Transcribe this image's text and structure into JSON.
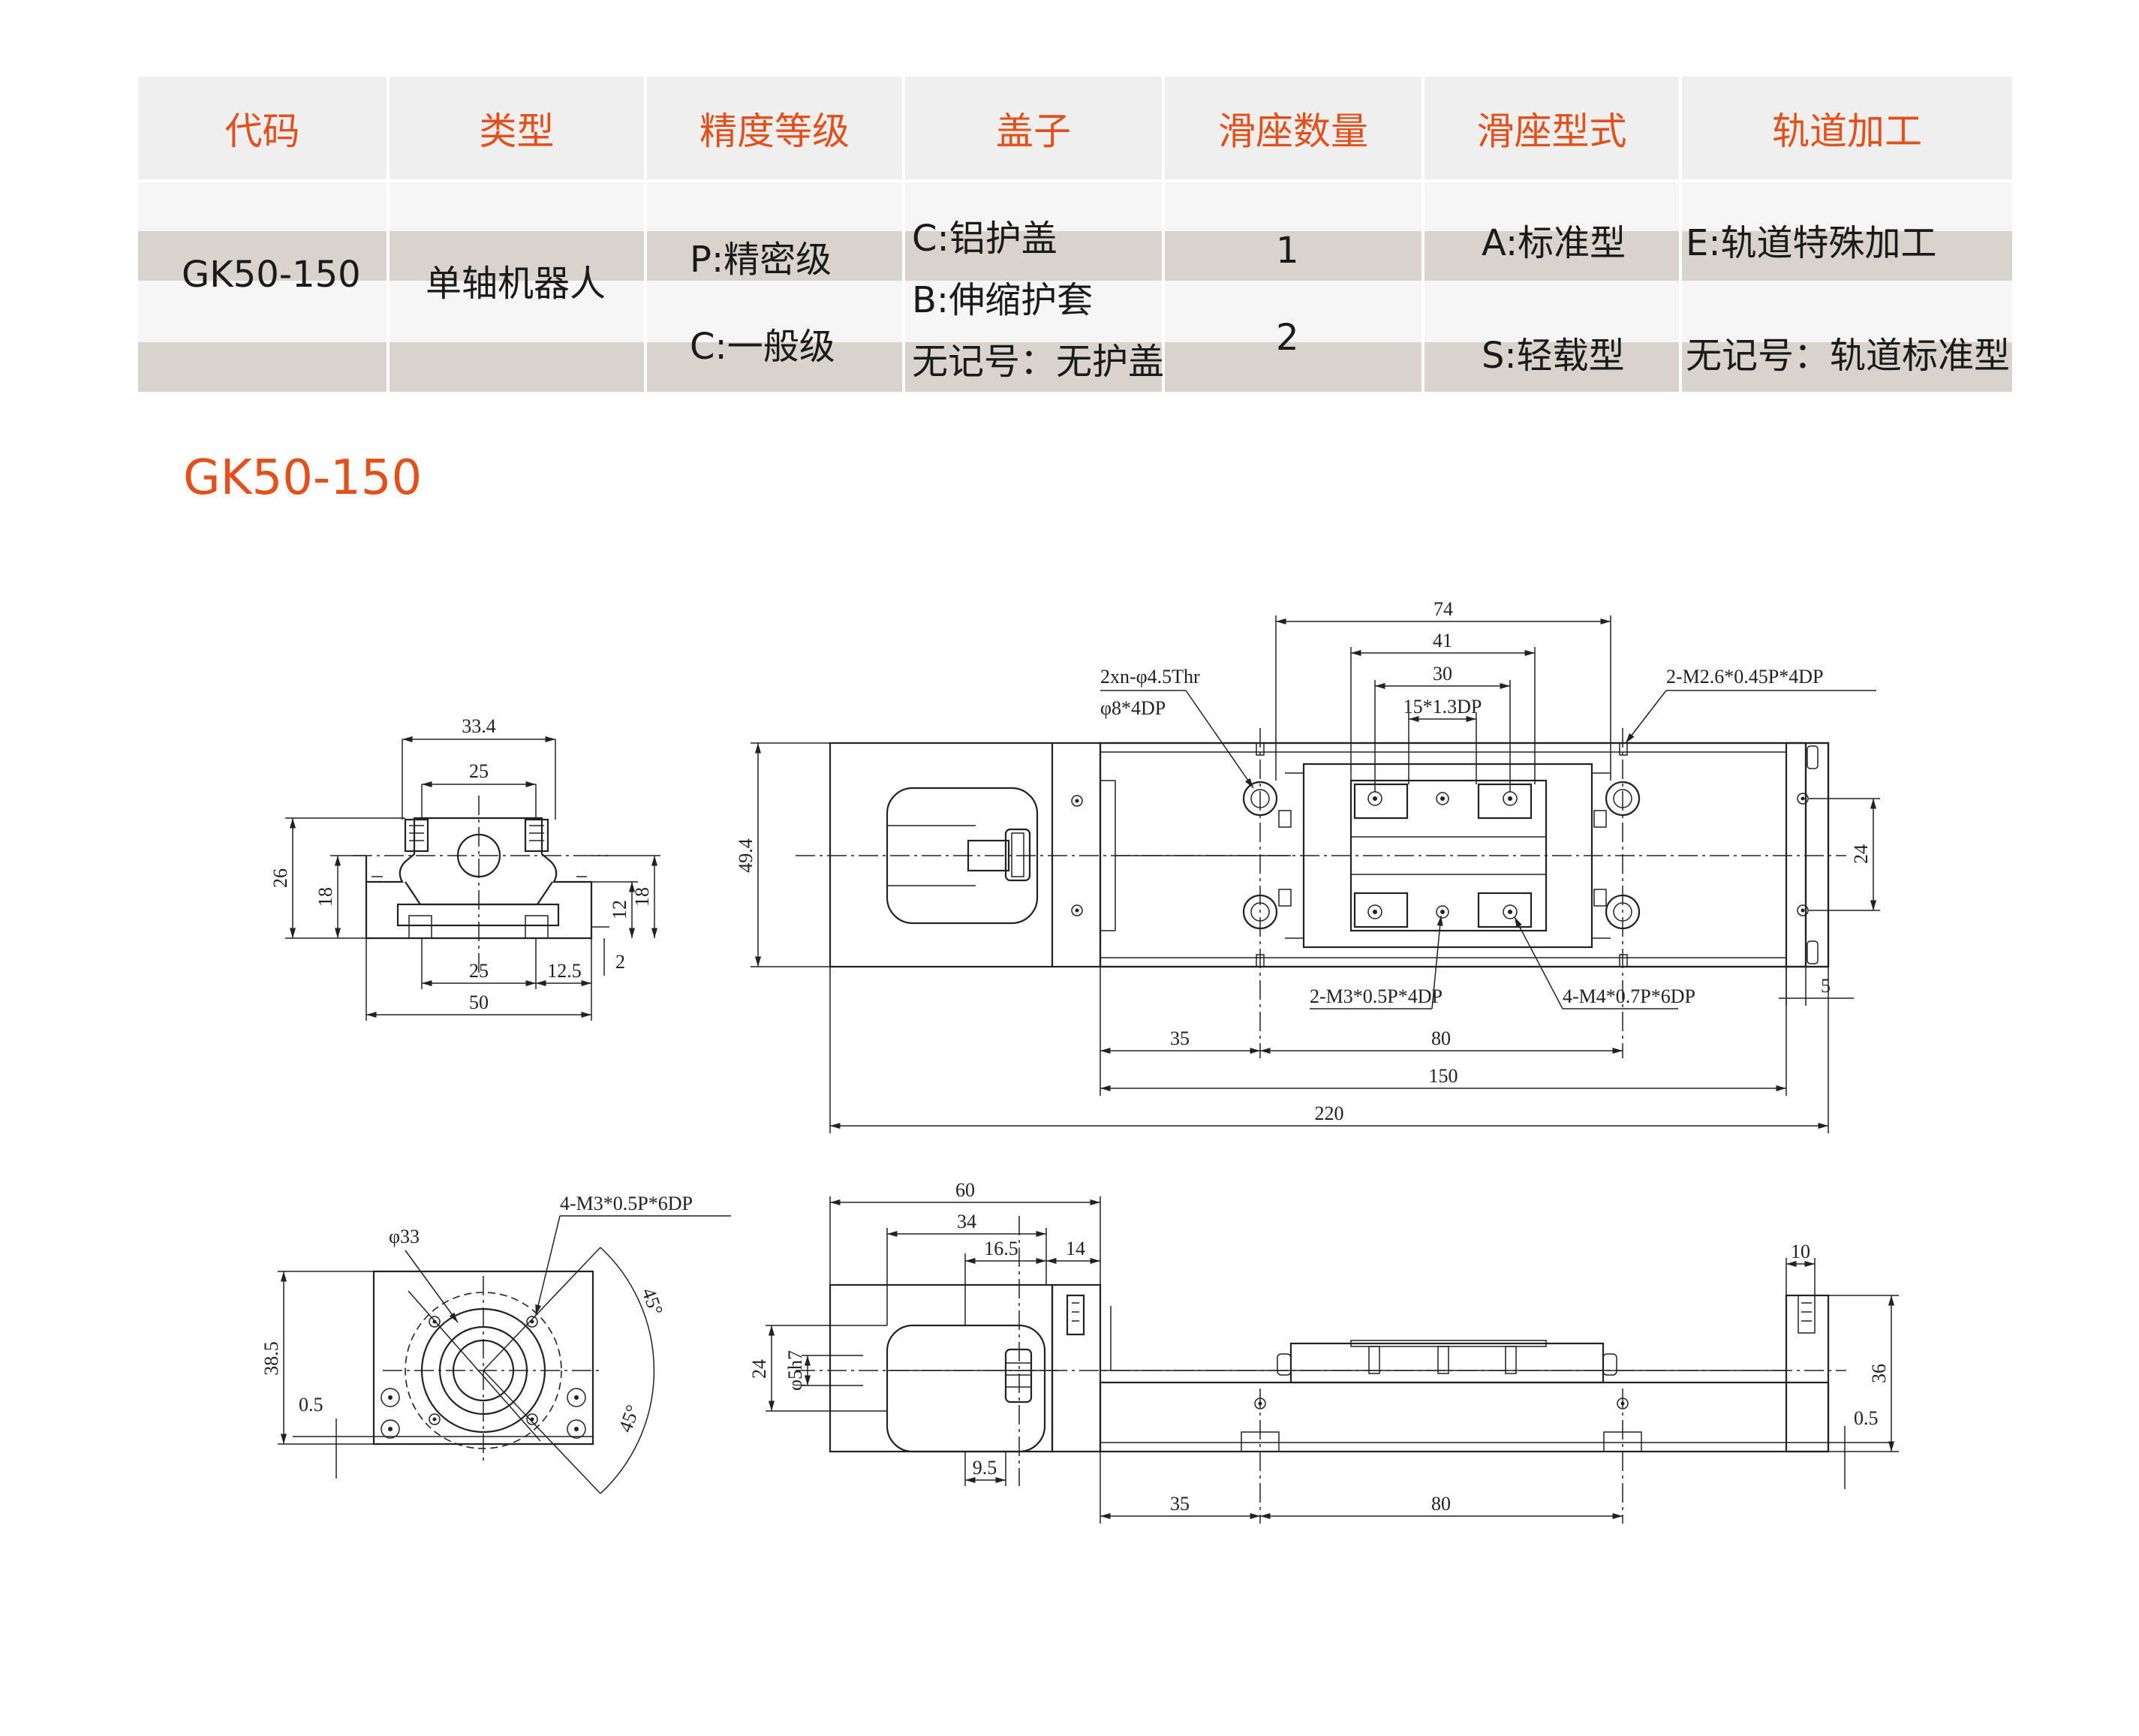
{
  "table": {
    "headers": [
      "代码",
      "类型",
      "精度等级",
      "盖子",
      "滑座数量",
      "滑座型式",
      "轨道加工"
    ],
    "code": "GK50-150",
    "type": "单轴机器人",
    "precision": [
      "P:精密级",
      "C:一般级"
    ],
    "cover": [
      "C:铝护盖",
      "B:伸缩护套",
      "无记号：无护盖"
    ],
    "slider_count": [
      "1",
      "2"
    ],
    "slider_type": [
      "A:标准型",
      "S:轻载型"
    ],
    "rail_processing": [
      "E:轨道特殊加工",
      "无记号：轨道标准型"
    ]
  },
  "section_title": "GK50-150",
  "drawing": {
    "end_view_dims": {
      "w_top": "33.4",
      "w_holes": "25",
      "h_total": "26",
      "h_body": "18",
      "h_slot": "12",
      "h_right": "18",
      "base_offset": "2",
      "bottom_25": "25",
      "bottom_12_5": "12.5",
      "bottom_50": "50"
    },
    "top_view_dims": {
      "w74": "74",
      "w41": "41",
      "w30": "30",
      "w15": "15*1.3DP",
      "h49_4": "49.4",
      "h24": "24",
      "w5": "5",
      "d35": "35",
      "d80": "80",
      "d150": "150",
      "d220": "220"
    },
    "top_view_callouts": {
      "hole_thr": "2xn-φ4.5Thr",
      "hole_cb": "φ8*4DP",
      "tap_m2_6": "2-M2.6*0.45P*4DP",
      "tap_m3": "2-M3*0.5P*4DP",
      "tap_m4": "4-M4*0.7P*6DP"
    },
    "flange_view_dims": {
      "callout": "4-M3*0.5P*6DP",
      "dia": "φ33",
      "h38_5": "38.5",
      "h0_5": "0.5",
      "angle1": "45°",
      "angle2": "45°"
    },
    "side_view_dims": {
      "w60": "60",
      "w34": "34",
      "w16_5": "16.5",
      "w14": "14",
      "h24": "24",
      "d5h7": "φ5h7",
      "w9_5": "9.5",
      "w10": "10",
      "h36": "36",
      "h0_5": "0.5",
      "d35": "35",
      "d80": "80"
    }
  }
}
